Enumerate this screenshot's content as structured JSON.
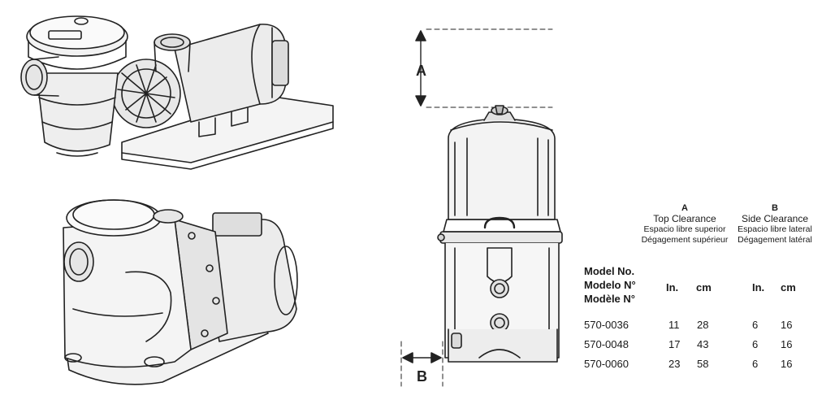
{
  "figure": {
    "dimension_a": "A",
    "dimension_b": "B"
  },
  "clearance_table": {
    "column_a": {
      "letter": "A",
      "title_en": "Top Clearance",
      "title_es": "Espacio libre superior",
      "title_fr": "Dégagement supérieur"
    },
    "column_b": {
      "letter": "B",
      "title_en": "Side Clearance",
      "title_es": "Espacio libre lateral",
      "title_fr": "Dégagement latéral"
    },
    "model_header": [
      "Model No.",
      "Modelo N°",
      "Modèle N°"
    ],
    "unit_in": "In.",
    "unit_cm": "cm",
    "rows": [
      {
        "model": "570-0036",
        "a_in": "11",
        "a_cm": "28",
        "b_in": "6",
        "b_cm": "16"
      },
      {
        "model": "570-0048",
        "a_in": "17",
        "a_cm": "43",
        "b_in": "6",
        "b_cm": "16"
      },
      {
        "model": "570-0060",
        "a_in": "23",
        "a_cm": "58",
        "b_in": "6",
        "b_cm": "16"
      }
    ]
  }
}
